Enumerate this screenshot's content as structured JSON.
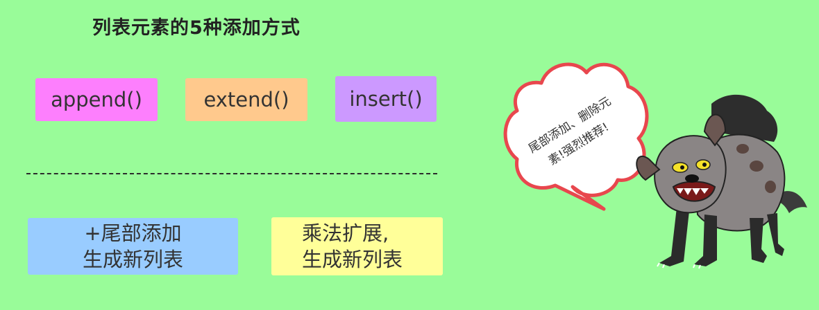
{
  "title": "列表元素的5种添加方式",
  "methods": {
    "append": "append()",
    "extend": "extend()",
    "insert": "insert()"
  },
  "boxes": {
    "tail_line1": "+尾部添加",
    "tail_line2": "生成新列表",
    "mul_line1": "乘法扩展,",
    "mul_line2": "生成新列表"
  },
  "bubble": {
    "line1": "尾部添加、删除元",
    "line2": "素!强烈推荐!"
  },
  "colors": {
    "background": "#99fc99",
    "append": "#fd7ffd",
    "extend": "#ffc98d",
    "insert": "#cc99ff",
    "tail": "#99ccff",
    "mul": "#ffff99",
    "bubble_border": "#e8474e"
  },
  "icons": [
    "hyena-mascot-icon",
    "speech-bubble-icon"
  ]
}
